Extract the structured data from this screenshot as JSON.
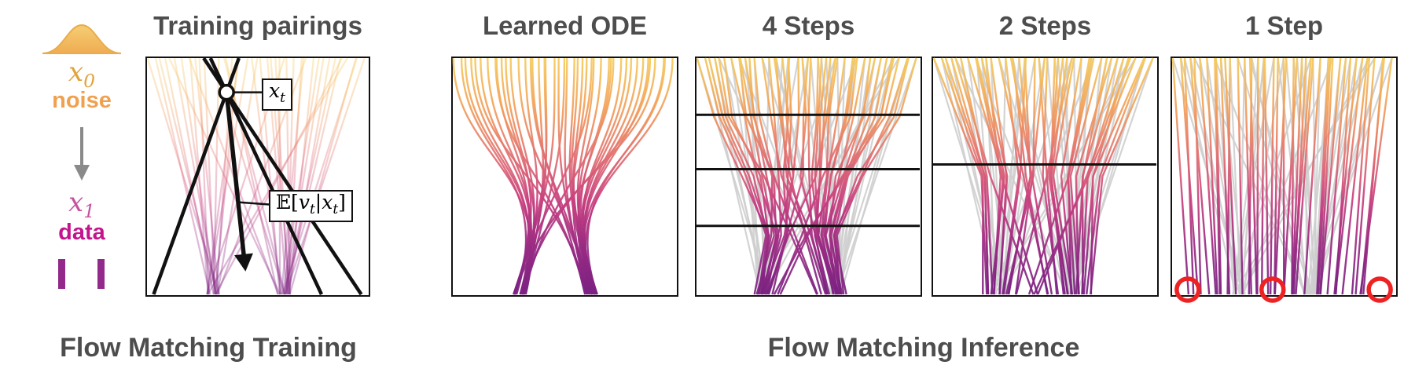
{
  "colors": {
    "title_text": "#4D4D4D",
    "x0_text": "#E2A33C",
    "noise_text": "#F0A14F",
    "arrow_gray": "#8A8A8A",
    "x1_text": "#C7519F",
    "data_text": "#C3158C",
    "spikes": "#93298A",
    "gray_line": "#CFCFCF",
    "red_circle": "#EE2222",
    "black": "#111111",
    "flow_stops": [
      "#F6CC5D",
      "#F3A158",
      "#E37370",
      "#C8407E",
      "#992A83",
      "#7A2182"
    ]
  },
  "left": {
    "x0": {
      "base": "x",
      "sub": "0"
    },
    "noise": "noise",
    "x1": {
      "base": "x",
      "sub": "1"
    },
    "data": "data",
    "caption": "Flow Matching Training"
  },
  "training": {
    "title": "Training pairings",
    "xt": {
      "base": "x",
      "sub": "t"
    },
    "expectation": {
      "pre": "𝔼[",
      "v": "v",
      "sub1": "t",
      "mid": "|",
      "x": "x",
      "sub2": "t",
      "post": "]"
    }
  },
  "inference": {
    "caption": "Flow Matching Inference",
    "panels": [
      {
        "key": "ode",
        "title": "Learned ODE",
        "type": "curve"
      },
      {
        "key": "steps4",
        "title": "4 Steps",
        "type": "steps",
        "steps": 4,
        "lines": [
          0.24,
          0.47,
          0.71
        ]
      },
      {
        "key": "steps2",
        "title": "2 Steps",
        "type": "steps",
        "steps": 2,
        "lines": [
          0.45
        ]
      },
      {
        "key": "step1",
        "title": "1 Step",
        "type": "onestep",
        "steps": 1,
        "circles": [
          0.07,
          0.45,
          0.93
        ]
      }
    ]
  },
  "flow_config": {
    "n_lines": 44,
    "modes": [
      0.3,
      0.62
    ],
    "seed": 7
  }
}
